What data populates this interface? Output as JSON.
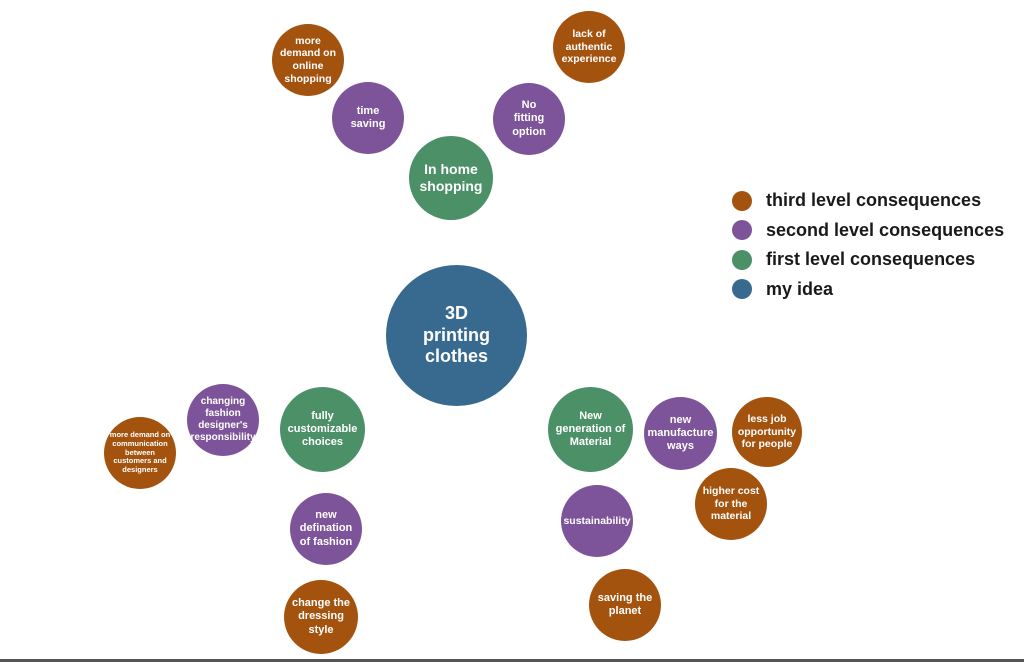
{
  "colors": {
    "third_level": "#a4530f",
    "second_level": "#7d5499",
    "first_level": "#4c9068",
    "my_idea": "#376a8e"
  },
  "diagram": {
    "center": "3D printing clothes",
    "in_home_shopping": "In home shopping",
    "time_saving": "time saving",
    "more_demand_online": "more demand on online shopping",
    "no_fitting": "No fitting option",
    "lack_authentic": "lack of authentic experience",
    "fully_customizable": "fully customizable choices",
    "changing_designer": "changing fashion designer's responsibility",
    "more_demand_communication": "more demand on communication between customers and designers",
    "new_definition": "new defination of fashion",
    "change_dressing": "change the dressing style",
    "new_generation": "New generation of Material",
    "new_manufacture": "new manufacture ways",
    "less_job": "less job opportunity for people",
    "higher_cost": "higher cost for the material",
    "sustainability": "sustainability",
    "saving_planet": "saving the planet"
  },
  "legend": {
    "items": [
      {
        "label": "third level consequences",
        "color": "#a4530f"
      },
      {
        "label": "second level consequences",
        "color": "#7d5499"
      },
      {
        "label": "first level consequences",
        "color": "#4c9068"
      },
      {
        "label": "my idea",
        "color": "#376a8e"
      }
    ]
  }
}
